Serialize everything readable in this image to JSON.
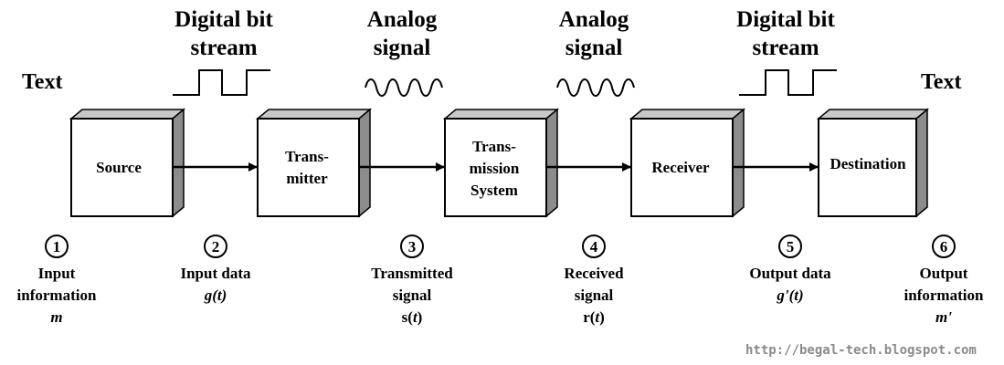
{
  "headers": {
    "text_left": "Text",
    "digital_left": [
      "Digital bit",
      "stream"
    ],
    "analog_left": [
      "Analog",
      "signal"
    ],
    "analog_right": [
      "Analog",
      "signal"
    ],
    "digital_right": [
      "Digital bit",
      "stream"
    ],
    "text_right": "Text"
  },
  "blocks": [
    {
      "lines": [
        "Source"
      ]
    },
    {
      "lines": [
        "Trans-",
        "mitter"
      ]
    },
    {
      "lines": [
        "Trans-",
        "mission",
        "System"
      ]
    },
    {
      "lines": [
        "Receiver"
      ]
    },
    {
      "lines": [
        "Destination"
      ]
    }
  ],
  "stages": [
    {
      "num": "1",
      "l1": "Input",
      "l2": "information",
      "sym_a": "m",
      "sym_b": ""
    },
    {
      "num": "2",
      "l1": "Input data",
      "l2": "",
      "sym_a": "g(",
      "sym_t": "t",
      "sym_b": ")"
    },
    {
      "num": "3",
      "l1": "Transmitted",
      "l2": "signal",
      "sym_a": "s(",
      "sym_t": "t",
      "sym_b": ")"
    },
    {
      "num": "4",
      "l1": "Received",
      "l2": "signal",
      "sym_a": "r(",
      "sym_t": "t",
      "sym_b": ")"
    },
    {
      "num": "5",
      "l1": "Output data",
      "l2": "",
      "sym_a": "g'(",
      "sym_t": "t",
      "sym_b": ")"
    },
    {
      "num": "6",
      "l1": "Output",
      "l2": "information",
      "sym_a": "m'",
      "sym_b": ""
    }
  ],
  "footer": {
    "url": "http://begal-tech.blogspot.com"
  },
  "colors": {
    "line": "#000000",
    "box_face": "#ffffff",
    "box_side": "#8c8c8c",
    "box_top": "#c8c8c8",
    "url": "#8a8a8a"
  }
}
